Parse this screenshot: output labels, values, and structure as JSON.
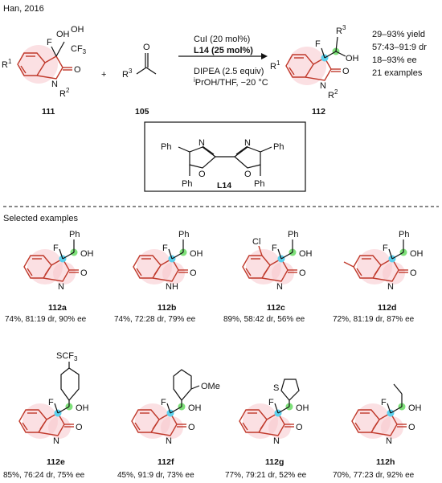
{
  "header": {
    "reference": "Han, 2016"
  },
  "reaction": {
    "reactant1": {
      "label": "111",
      "R1": "R",
      "R1_sup": "1",
      "R2": "R",
      "R2_sup": "2",
      "F": "F",
      "OH1": "OH",
      "OH2": "OH",
      "CF3": "CF",
      "CF3_sub": "3",
      "O": "O",
      "N": "N"
    },
    "plus": "+",
    "reactant2": {
      "label": "105",
      "R3": "R",
      "R3_sup": "3",
      "O": "O"
    },
    "conditions_above": [
      "CuI (20 mol%)",
      "L14 (25 mol%)"
    ],
    "conditions_below": [
      "DIPEA (2.5 equiv)",
      "PrOH/THF, −20 °C"
    ],
    "conditions_prefix_sup": "i",
    "product": {
      "label": "112",
      "R1": "R",
      "R1_sup": "1",
      "R2": "R",
      "R2_sup": "2",
      "R3": "R",
      "R3_sup": "3",
      "F": "F",
      "OH": "OH",
      "O": "O",
      "N": "N"
    },
    "results": [
      "29–93% yield",
      "57:43–91:9 dr",
      "18–93% ee",
      "21 examples"
    ]
  },
  "ligand": {
    "label": "L14",
    "Ph": "Ph",
    "N": "N",
    "O": "O"
  },
  "examples_title": "Selected examples",
  "examples": [
    {
      "label": "112a",
      "result": "74%, 81:19 dr, 90% ee",
      "sub": "Ph",
      "N": "N"
    },
    {
      "label": "112b",
      "result": "74%, 72:28 dr, 79% ee",
      "sub": "Ph",
      "N": "NH"
    },
    {
      "label": "112c",
      "result": "89%, 58:42 dr, 56% ee",
      "sub": "Ph",
      "N": "N",
      "ring": "Cl"
    },
    {
      "label": "112d",
      "result": "72%, 81:19 dr, 87% ee",
      "sub": "Ph",
      "N": "N"
    },
    {
      "label": "112e",
      "result": "85%, 76:24 dr, 75% ee",
      "sub": "SCF",
      "sub_sub": "3",
      "N": "N"
    },
    {
      "label": "112f",
      "result": "45%, 91:9 dr, 73% ee",
      "sub": "OMe",
      "N": "N"
    },
    {
      "label": "112g",
      "result": "77%, 79:21 dr, 52% ee",
      "sub": "S",
      "N": "N"
    },
    {
      "label": "112h",
      "result": "70%, 77:23 dr, 92% ee",
      "N": "N"
    }
  ],
  "common_atoms": {
    "F": "F",
    "OH": "OH",
    "O": "O"
  },
  "colors": {
    "scaffold": "#c0392b",
    "highlight": "#f7c6cc",
    "stereo_cyan": "#5ad1ee",
    "stereo_green": "#7ee07a",
    "substituent_blue": "#1f3fbf"
  }
}
